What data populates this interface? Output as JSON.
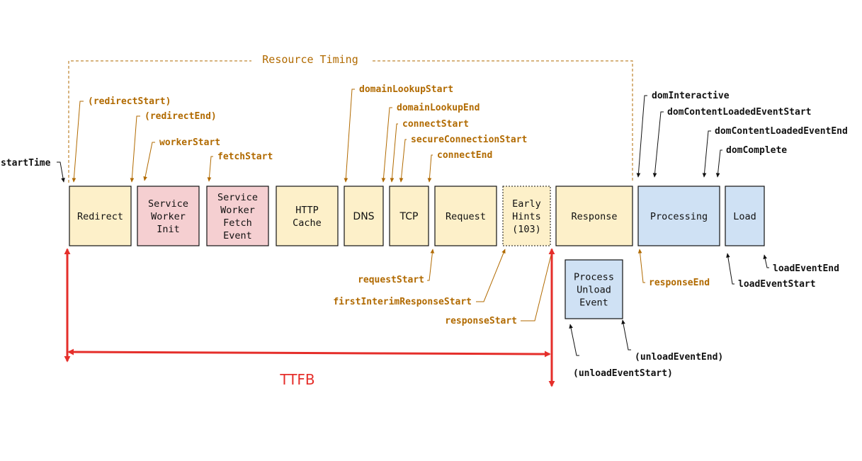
{
  "colors": {
    "resource": "#b16a00",
    "black": "#111111",
    "ttfb": "#e52e2a",
    "yellow_fill": "#fdf0c9",
    "pink_fill": "#f5cfd1",
    "blue_fill": "#cfe1f4"
  },
  "title": "Resource Timing",
  "ttfb_label": "TTFB",
  "boxes": {
    "redirect": [
      "Redirect"
    ],
    "sw_init": [
      "Service",
      "Worker",
      "Init"
    ],
    "sw_fetch": [
      "Service",
      "Worker",
      "Fetch",
      "Event"
    ],
    "http_cache": [
      "HTTP",
      "Cache"
    ],
    "dns": [
      "DNS"
    ],
    "tcp": [
      "TCP"
    ],
    "request": [
      "Request"
    ],
    "early_hints": [
      "Early",
      "Hints",
      "(103)"
    ],
    "response": [
      "Response"
    ],
    "processing": [
      "Processing"
    ],
    "load": [
      "Load"
    ],
    "unload": [
      "Process",
      "Unload",
      "Event"
    ]
  },
  "labels": {
    "start_time": "startTime",
    "redirect_start": "(redirectStart)",
    "redirect_end": "(redirectEnd)",
    "worker_start": "workerStart",
    "fetch_start": "fetchStart",
    "domain_lookup_start": "domainLookupStart",
    "domain_lookup_end": "domainLookupEnd",
    "connect_start": "connectStart",
    "secure_connection_start": "secureConnectionStart",
    "connect_end": "connectEnd",
    "request_start": "requestStart",
    "first_interim_response_start": "firstInterimResponseStart",
    "response_start": "responseStart",
    "response_end": "responseEnd",
    "dom_interactive": "domInteractive",
    "dom_content_loaded_event_start": "domContentLoadedEventStart",
    "dom_content_loaded_event_end": "domContentLoadedEventEnd",
    "dom_complete": "domComplete",
    "load_event_end": "loadEventEnd",
    "load_event_start": "loadEventStart",
    "unload_event_end": "(unloadEventEnd)",
    "unload_event_start": "(unloadEventStart)"
  }
}
